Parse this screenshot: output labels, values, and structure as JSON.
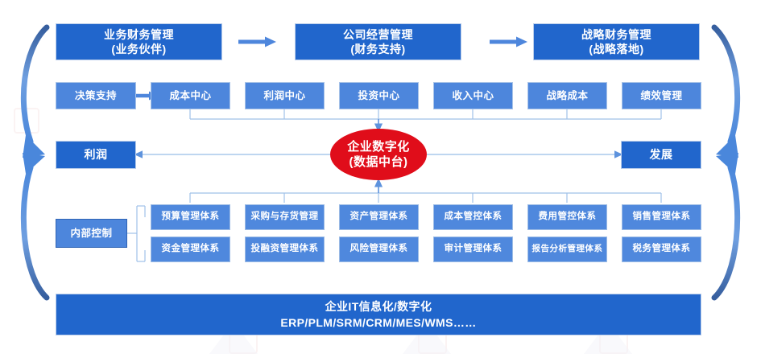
{
  "diagram": {
    "title_row": {
      "boxes": [
        {
          "line1": "业务财务管理",
          "line2": "(业务伙伴)"
        },
        {
          "line1": "公司经营管理",
          "line2": "(财务支持)"
        },
        {
          "line1": "战略财务管理",
          "line2": "(战略落地)"
        }
      ],
      "arrow1": "arrow-right-icon",
      "arrow2": "arrow-right-icon"
    },
    "centers_row": {
      "lead": "决策支持",
      "lead_arrow": "arrow-right-icon",
      "items": [
        "成本中心",
        "利润中心",
        "投资中心",
        "收入中心",
        "战略成本",
        "绩效管理"
      ]
    },
    "core": {
      "line1": "企业数字化",
      "line2": "(数据中台)",
      "left_box": "利润",
      "right_box": "发展"
    },
    "systems": {
      "control_label": "内部控制",
      "row1": [
        "预算管理体系",
        "采购与存货管理",
        "资产管理体系",
        "成本管控体系",
        "费用管控体系",
        "销售管理体系"
      ],
      "row2": [
        "资金管理体系",
        "投融资管理体系",
        "风险管理体系",
        "审计管理体系",
        "报告分析管理体系",
        "税务管理体系"
      ]
    },
    "footer": {
      "line1": "企业IT信息化/数字化",
      "line2": "ERP/PLM/SRM/CRM/MES/WMS……"
    },
    "colors": {
      "dark_blue": "#2166cc",
      "mid_blue": "#4d86dc",
      "light_blue": "#4f88dd",
      "core_red": "#e00d1a",
      "connector": "#7ba7e0",
      "arc": "#3f7bd4"
    }
  }
}
